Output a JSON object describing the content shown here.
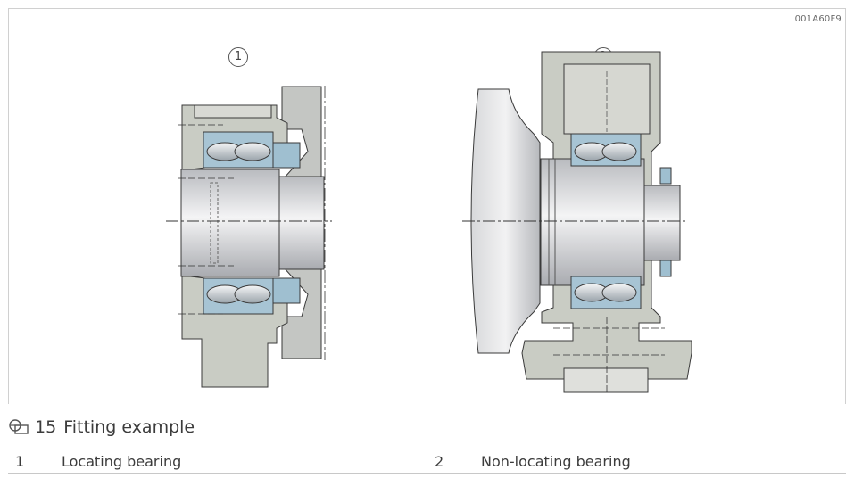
{
  "figure": {
    "code": "001A60F9",
    "callouts": [
      "1",
      "2"
    ]
  },
  "caption": {
    "number": "15",
    "text": "Fitting example",
    "icon": "figure-icon"
  },
  "legend": [
    {
      "num": "1",
      "label": "Locating bearing"
    },
    {
      "num": "2",
      "label": "Non-locating bearing"
    }
  ],
  "colors": {
    "housing": "#c9ccc4",
    "shaft": "#dcdde0",
    "bearing": "#a7c4d4",
    "outline": "#3a3a3a"
  }
}
